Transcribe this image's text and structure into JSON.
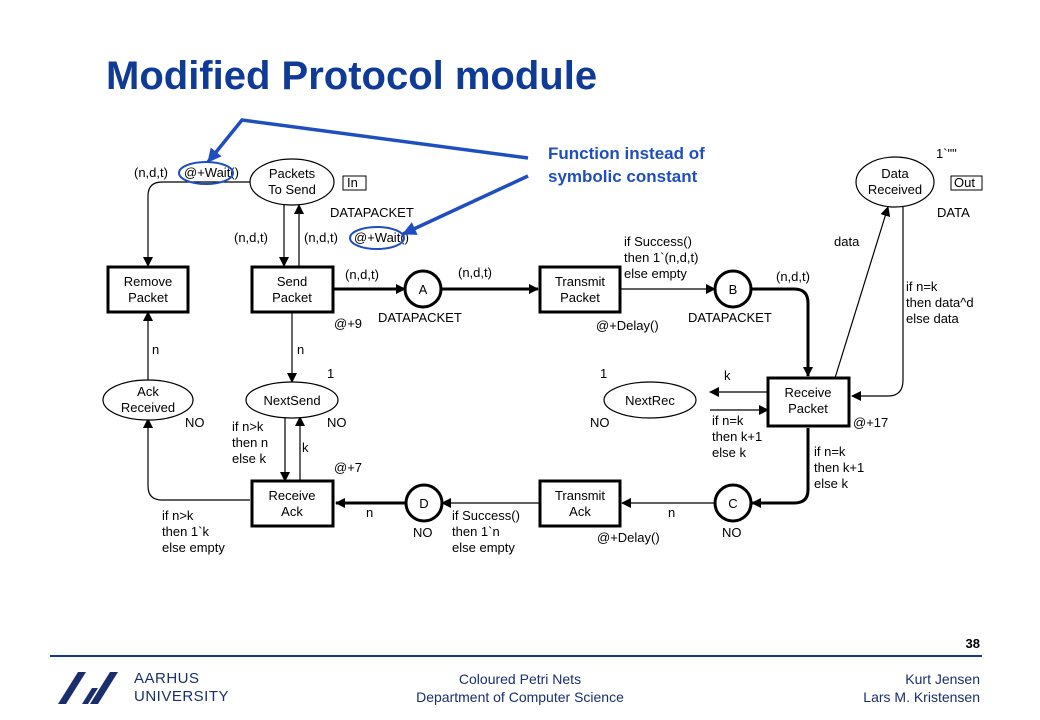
{
  "title": "Modified Protocol module",
  "callout": {
    "line1": "Function instead of",
    "line2": "symbolic constant"
  },
  "places": {
    "packets_to_send": {
      "line1": "Packets",
      "line2": "To Send",
      "port": "In",
      "type": "DATAPACKET"
    },
    "a": {
      "name": "A",
      "type": "DATAPACKET"
    },
    "b": {
      "name": "B",
      "type": "DATAPACKET"
    },
    "data_received": {
      "line1": "Data",
      "line2": "Received",
      "port": "Out",
      "type": "DATA",
      "init": "1`\"\""
    },
    "next_send": {
      "name": "NextSend",
      "type": "NO",
      "init": "1"
    },
    "next_rec": {
      "name": "NextRec",
      "type": "NO",
      "init": "1"
    },
    "ack_received": {
      "line1": "Ack",
      "line2": "Received",
      "type": "NO"
    },
    "c": {
      "name": "C",
      "type": "NO"
    },
    "d": {
      "name": "D",
      "type": "NO"
    }
  },
  "transitions": {
    "remove_packet": {
      "line1": "Remove",
      "line2": "Packet"
    },
    "send_packet": {
      "line1": "Send",
      "line2": "Packet",
      "delay": "@+9"
    },
    "transmit_packet": {
      "line1": "Transmit",
      "line2": "Packet",
      "delay": "@+Delay()"
    },
    "receive_packet": {
      "line1": "Receive",
      "line2": "Packet",
      "delay": "@+17"
    },
    "transmit_ack": {
      "line1": "Transmit",
      "line2": "Ack",
      "delay": "@+Delay()"
    },
    "receive_ack": {
      "line1": "Receive",
      "line2": "Ack",
      "delay": "@+7"
    }
  },
  "arcs": {
    "remove_in_a": "(n,d,t)",
    "remove_in_b": "@+Wait()",
    "send_out_a": "(n,d,t)",
    "send_out_b": "@+Wait()",
    "send_in": "(n,d,t)",
    "send_to_a": "(n,d,t)",
    "a_to_transmit": "(n,d,t)",
    "transmit_out": [
      "if Success()",
      "then 1`(n,d,t)",
      "else empty"
    ],
    "b_to_receive": "(n,d,t)",
    "data_in": "data",
    "data_out": [
      "if n=k",
      "then data^d",
      "else data"
    ],
    "nextrec_in": "k",
    "nextrec_out": [
      "if n=k",
      "then k+1",
      "else k"
    ],
    "receive_to_c": [
      "if n=k",
      "then k+1",
      "else k"
    ],
    "c_to_transmit_ack": "n",
    "transmit_ack_out": [
      "if Success()",
      "then 1`n",
      "else empty"
    ],
    "d_to_receive_ack": "n",
    "ack_to_remove": "n",
    "send_to_nextsend": "n",
    "nextsend_to_receive_ack": "k",
    "receive_ack_to_nextsend": [
      "if n>k",
      "then n",
      "else k"
    ],
    "receive_ack_to_ack": [
      "if n>k",
      "then 1`k",
      "else empty"
    ]
  },
  "footer": {
    "slide_number": "38",
    "university_line1": "AARHUS",
    "university_line2": "UNIVERSITY",
    "course": "Coloured Petri Nets",
    "department": "Department of Computer Science",
    "author1": "Kurt Jensen",
    "author2": "Lars M. Kristensen"
  },
  "colors": {
    "title": "#0f3a96",
    "callout": "#1f4fbf",
    "footer": "#1a2e6e"
  }
}
